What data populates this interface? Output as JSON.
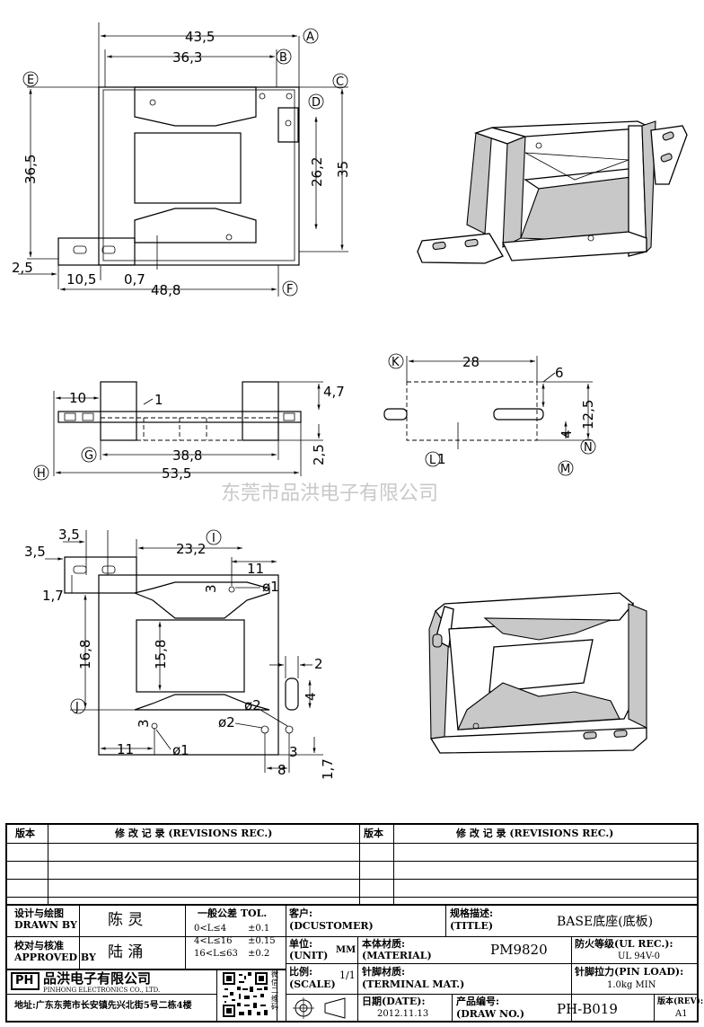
{
  "dimensions": {
    "top_width_43_5": "43,5",
    "top_width_36_3": "36,3",
    "left_height_36_5": "36,5",
    "inner_height_26_2": "26,2",
    "right_height_35": "35",
    "pin_2_5": "2,5",
    "pin_10_5": "10,5",
    "gap_0_7": "0,7",
    "overall_48_8": "48,8",
    "side_10": "10",
    "side_1": "1",
    "side_4_7": "4,7",
    "side_38_8": "38,8",
    "side_2_5": "2,5",
    "side_53_5": "53,5",
    "end_28": "28",
    "end_6": "6",
    "end_12_5": "12,5",
    "end_4": "4",
    "end_1": "1",
    "bot_3_5_a": "3,5",
    "bot_3_5_b": "3,5",
    "bot_1_7": "1,7",
    "bot_23_2": "23,2",
    "bot_11_top": "11",
    "bot_3_top": "3",
    "bot_phi1_top": "ø1",
    "bot_16_8": "16,8",
    "bot_15_8": "15,8",
    "bot_2": "2",
    "bot_4": "4",
    "bot_phi2_a": "ø2",
    "bot_phi2_b": "ø2",
    "bot_3_bottom": "3",
    "bot_3_right": "3",
    "bot_11_bottom": "11",
    "bot_phi1_bottom": "ø1",
    "bot_8": "8",
    "bot_1_7_right": "1,7"
  },
  "datum_labels": [
    "A",
    "B",
    "C",
    "D",
    "E",
    "F",
    "G",
    "H",
    "K",
    "L",
    "M",
    "N",
    "I",
    "J"
  ],
  "watermark": "东莞市品洪电子有限公司",
  "revision_table": {
    "col1": "版本",
    "col2": "修 改 记 录 (REVISIONS REC.)",
    "col3": "版本",
    "col4": "修 改 记 录 (REVISIONS REC.)"
  },
  "title_block": {
    "drawn_by_label_cn": "设计与绘图",
    "drawn_by_label_en": "DRAWN BY",
    "drawn_by": "陈 灵",
    "approved_label_cn": "校对与核准",
    "approved_label_en": "APPROVED BY",
    "approved_by": "陆 涌",
    "tolerance_label": "一般公差 TOL.",
    "tolerance_rows": [
      {
        "range": "0<L≤4",
        "tol": "±0.1"
      },
      {
        "range": "4<L≤16",
        "tol": "±0.15"
      },
      {
        "range": "16<L≤63",
        "tol": "±0.2"
      }
    ],
    "customer_label_cn": "客户:",
    "customer_label_en": "(DCUSTOMER)",
    "title_label_cn": "规格描述:",
    "title_label_en": "(TITLE)",
    "title_value": "BASE底座(底板)",
    "unit_label_cn": "单位:",
    "unit_label_en": "(UNIT)",
    "unit_value": "MM",
    "material_label_cn": "本体材质:",
    "material_label_en": "(MATERIAL)",
    "material_value": "PM9820",
    "ul_label_cn": "防火等级(UL REC.):",
    "ul_value": "UL 94V-0",
    "scale_label_cn": "比例:",
    "scale_label_en": "(SCALE)",
    "scale_value": "1/1",
    "terminal_label_cn": "针脚材质:",
    "terminal_label_en": "(TERMINAL MAT.)",
    "terminal_value": "",
    "pin_load_label": "针脚拉力(PIN LOAD):",
    "pin_load_value": "1.0kg MIN",
    "date_label": "日期(DATE):",
    "date_value": "2012.11.13",
    "draw_no_label_cn": "产品编号:",
    "draw_no_label_en": "(DRAW NO.)",
    "draw_no_value": "PH-B019",
    "rev_label": "版本(REV):",
    "rev_value": "A1",
    "company_logo": "PH",
    "company_name": "品洪电子有限公司",
    "company_name_en": "PINHONG ELECTRONICS CO., LTD.",
    "address": "地址:广东东莞市长安镇先兴北街5号二栋4楼",
    "qr_caption": "微信二维码"
  }
}
